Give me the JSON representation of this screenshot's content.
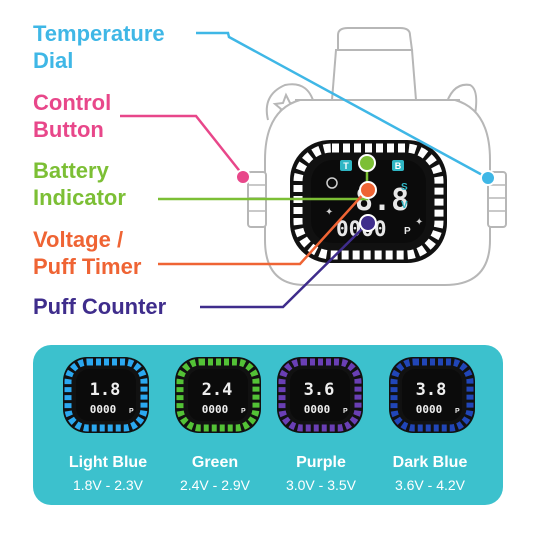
{
  "callouts": [
    {
      "label_line1": "Temperature",
      "label_line2": "Dial",
      "color": "#3fb7e6"
    },
    {
      "label_line1": "Control",
      "label_line2": "Button",
      "color": "#e8478a"
    },
    {
      "label_line1": "Battery",
      "label_line2": "Indicator",
      "color": "#7cbf35"
    },
    {
      "label_line1": "Voltage /",
      "label_line2": "Puff Timer",
      "color": "#ef6434"
    },
    {
      "label_line1": "Puff Counter",
      "label_line2": "",
      "color": "#3f2d8c"
    }
  ],
  "device_screen": {
    "indicator_t": "T",
    "indicator_b": "B",
    "voltage_digits": "8.8",
    "voltage_unit_s": "S",
    "voltage_unit_v": "V",
    "counter_digits": "0000",
    "counter_unit": "P"
  },
  "panel": {
    "background": "#3cc1cd",
    "modes": [
      {
        "name": "Light Blue",
        "range": "1.8V - 2.3V",
        "voltage": "1.8",
        "counter": "0000",
        "unit": "P",
        "ring_color": "#2ba8f0"
      },
      {
        "name": "Green",
        "range": "2.4V - 2.9V",
        "voltage": "2.4",
        "counter": "0000",
        "unit": "P",
        "ring_color": "#53c236"
      },
      {
        "name": "Purple",
        "range": "3.0V - 3.5V",
        "voltage": "3.6",
        "counter": "0000",
        "unit": "P",
        "ring_color": "#6a3fb5"
      },
      {
        "name": "Dark Blue",
        "range": "3.6V - 4.2V",
        "voltage": "3.8",
        "counter": "0000",
        "unit": "P",
        "ring_color": "#2146b8"
      }
    ]
  }
}
